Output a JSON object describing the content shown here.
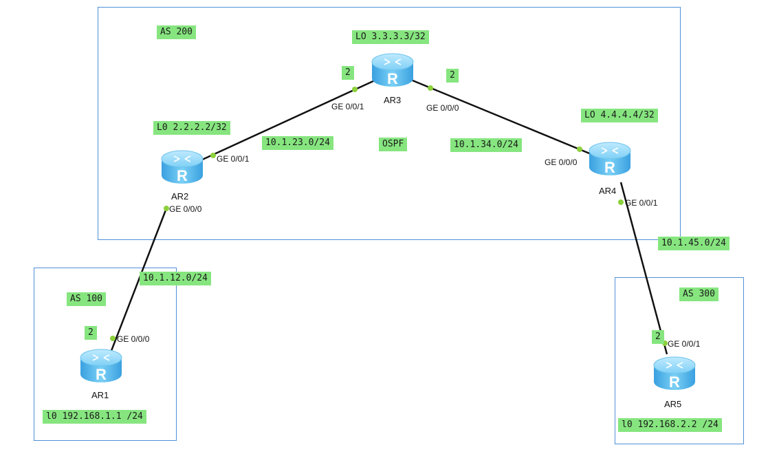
{
  "routers": [
    {
      "name": "AR1",
      "icon": "router-icon"
    },
    {
      "name": "AR2",
      "icon": "router-icon"
    },
    {
      "name": "AR3",
      "icon": "router-icon"
    },
    {
      "name": "AR4",
      "icon": "router-icon"
    },
    {
      "name": "AR5",
      "icon": "router-icon"
    }
  ],
  "areas": {
    "as200": "AS 200",
    "as100": "AS 100",
    "as300": "AS 300",
    "ospf": "OSPF"
  },
  "loopbacks": {
    "ar1": "l0 192.168.1.1 /24",
    "ar2": "L0 2.2.2.2/32",
    "ar3": "LO 3.3.3.3/32",
    "ar4": "LO 4.4.4.4/32",
    "ar5": "l0 192.168.2.2 /24"
  },
  "subnets": {
    "ar1_ar2": "10.1.12.0/24",
    "ar2_ar3": "10.1.23.0/24",
    "ar3_ar4": "10.1.34.0/24",
    "ar4_ar5": "10.1.45.0/24"
  },
  "ports": {
    "ar1_g000": "GE 0/0/0",
    "ar2_g000": "GE 0/0/0",
    "ar2_g001": "GE 0/0/1",
    "ar3_g001": "GE 0/0/1",
    "ar3_g000": "GE 0/0/0",
    "ar4_g000": "GE 0/0/0",
    "ar4_g001": "GE 0/0/1",
    "ar5_g001": "GE 0/0/1"
  },
  "markers": {
    "ar3_left": "2",
    "ar3_right": "2",
    "ar1": "2",
    "ar5": "2"
  },
  "colors": {
    "box_border": "#4f8fd8",
    "label_bg": "#86e57f",
    "link": "#111111",
    "port_dot": "#8cd13b"
  }
}
